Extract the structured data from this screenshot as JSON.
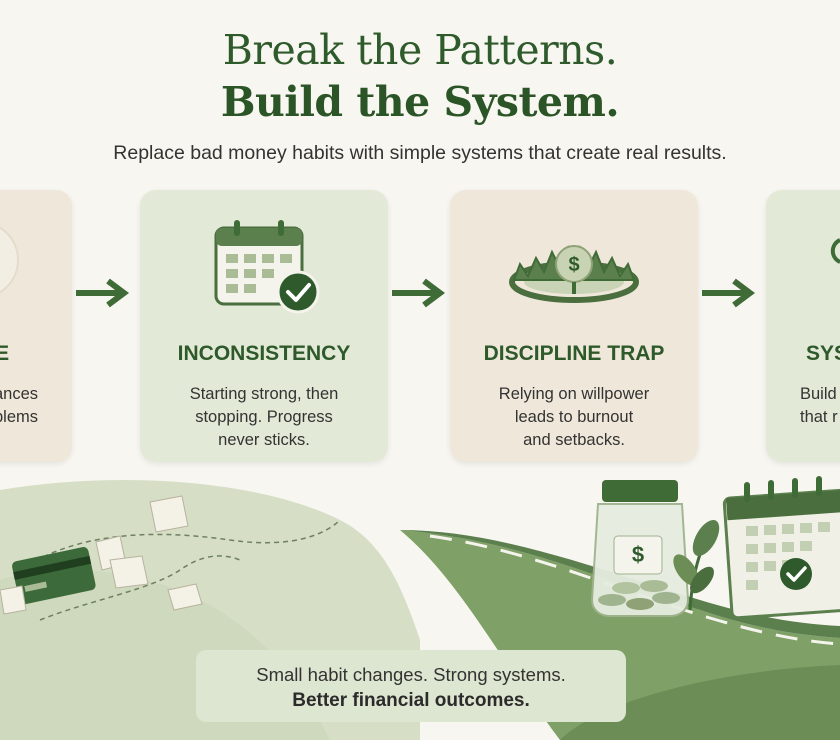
{
  "header": {
    "title_line1": "Break the Patterns.",
    "title_line2": "Build the System.",
    "subtitle": "Replace bad money habits with simple systems that create real results."
  },
  "cards": [
    {
      "title": "CE",
      "desc": [
        "ances",
        "blems"
      ],
      "icon": "partial-icon"
    },
    {
      "title": "INCONSISTENCY",
      "desc": [
        "Starting strong, then",
        "stopping. Progress",
        "never sticks."
      ],
      "icon": "calendar-check-icon"
    },
    {
      "title": "DISCIPLINE TRAP",
      "desc": [
        "Relying on willpower",
        "leads to burnout",
        "and setbacks."
      ],
      "icon": "money-trap-icon"
    },
    {
      "title": "SYS",
      "desc": [
        "Build",
        "that r"
      ],
      "icon": "partial-icon"
    }
  ],
  "footer": {
    "line1": "Small habit changes. Strong systems.",
    "line2": "Better financial outcomes."
  },
  "colors": {
    "background": "#f8f6f1",
    "card_beige": "#efe8da",
    "card_green": "#e2e9d6",
    "accent_green": "#3f6b37",
    "title_green": "#2e5a2b"
  }
}
